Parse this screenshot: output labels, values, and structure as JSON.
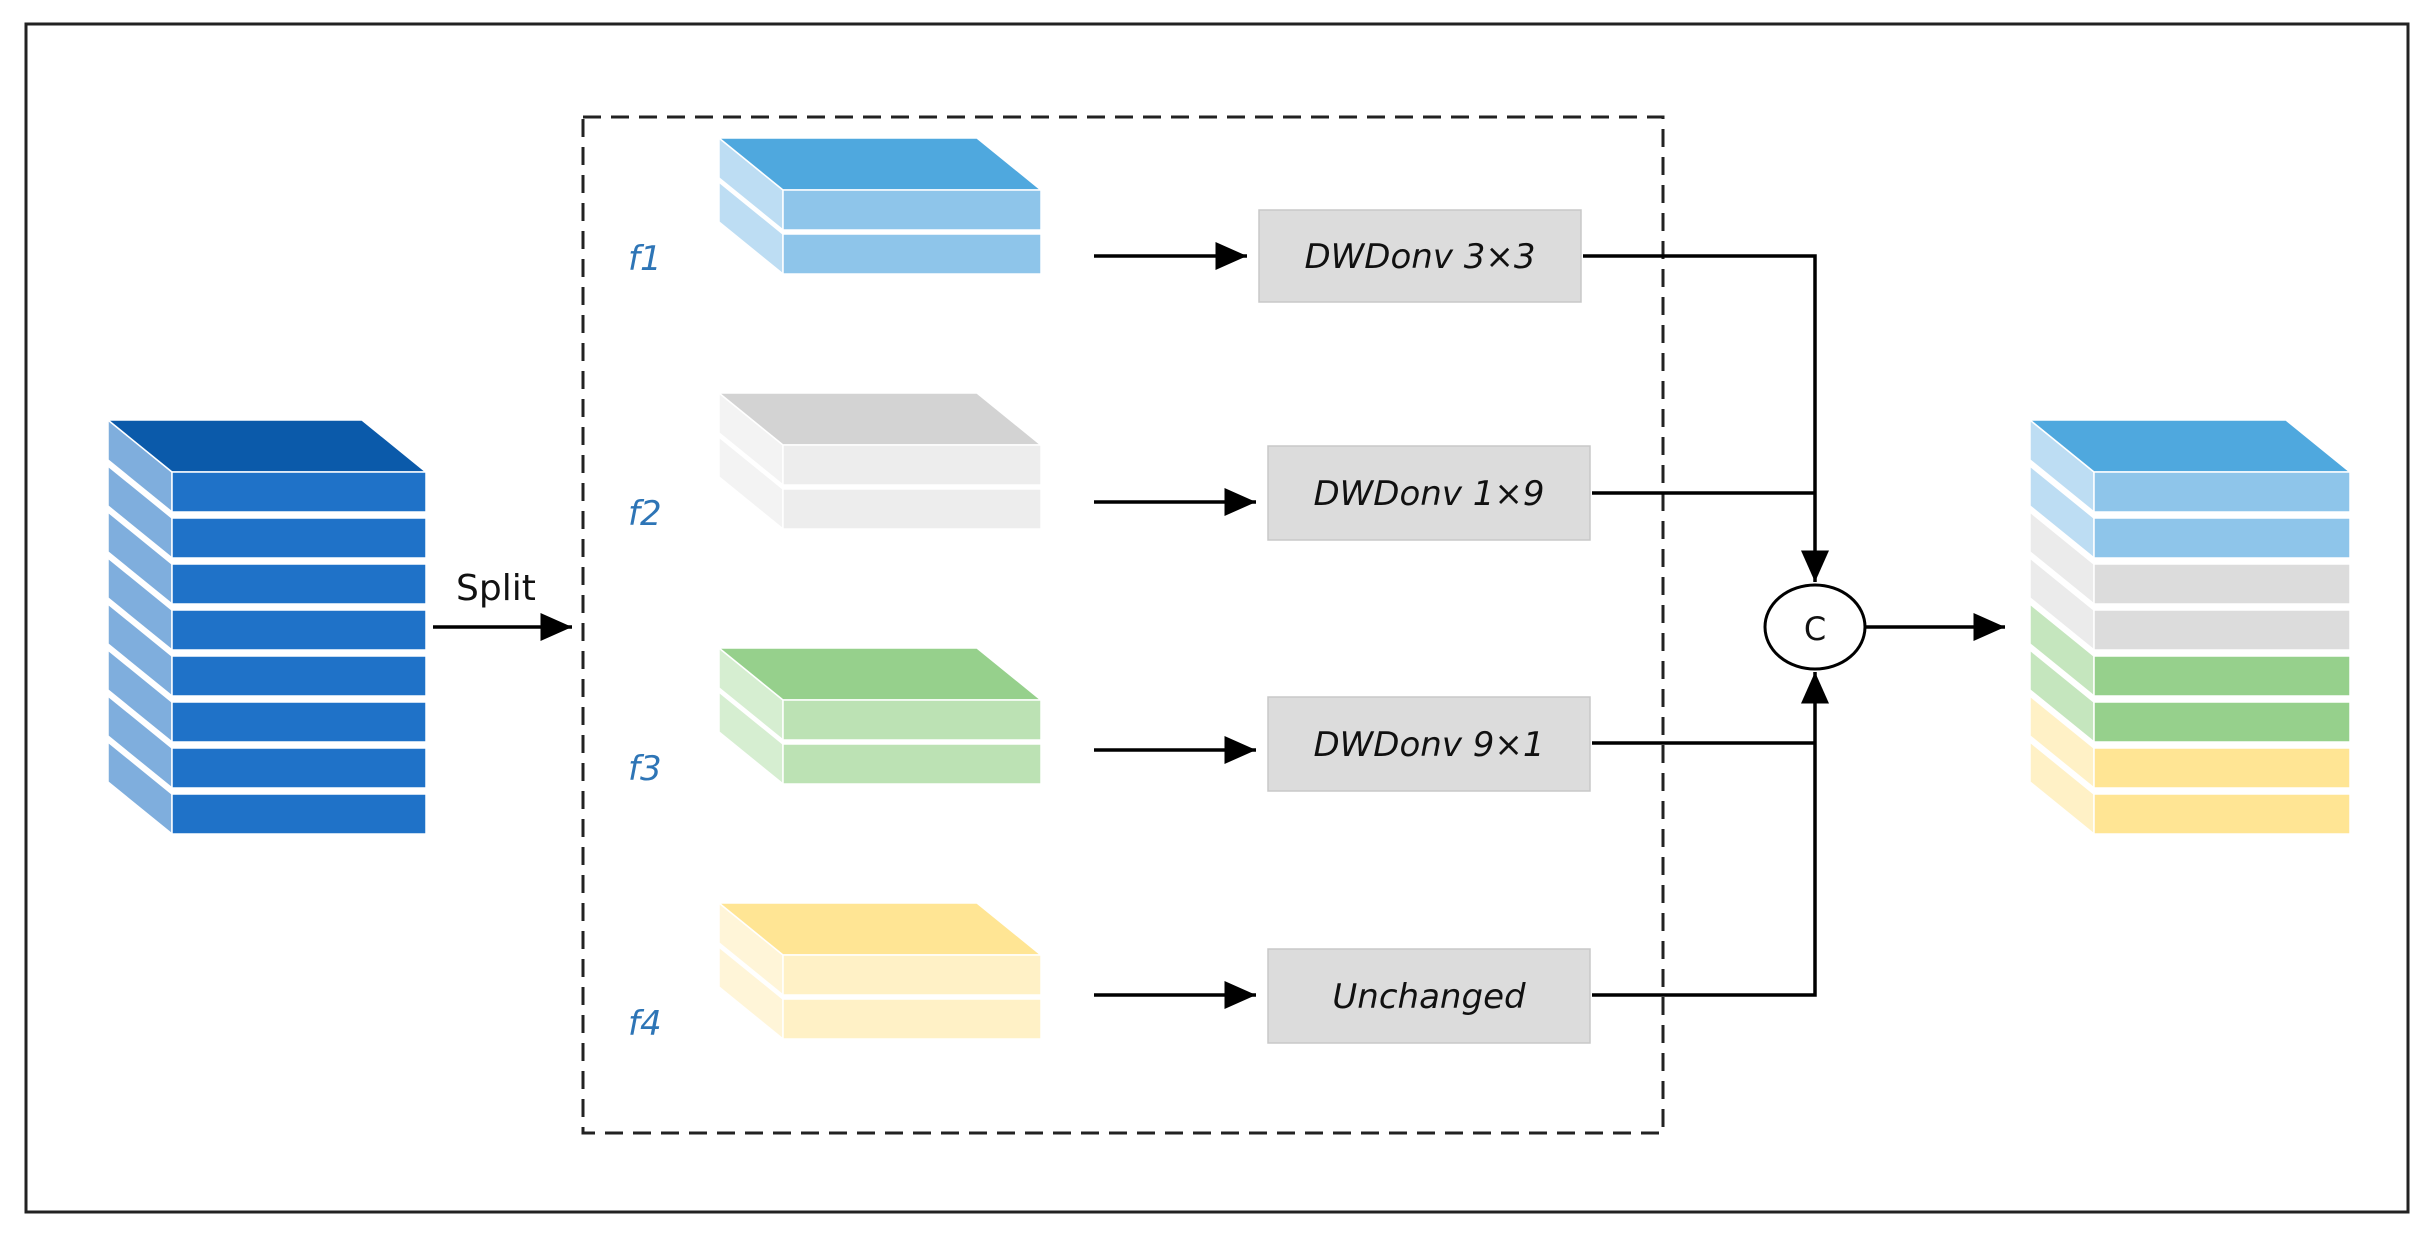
{
  "split_label": "Split",
  "concat_label": "C",
  "branches": [
    {
      "id": "f1",
      "label": "f1",
      "op": "DWDonv 3×3",
      "top_color": "#4FA8DE",
      "face_color": "#8EC5EA",
      "side_color": "#BDDDF3"
    },
    {
      "id": "f2",
      "label": "f2",
      "op": "DWDonv 1×9",
      "top_color": "#D3D3D3",
      "face_color": "#EDEDED",
      "side_color": "#F3F3F3"
    },
    {
      "id": "f3",
      "label": "f3",
      "op": "DWDonv 9×1",
      "top_color": "#96D08C",
      "face_color": "#BCE2B4",
      "side_color": "#D6EED1"
    },
    {
      "id": "f4",
      "label": "f4",
      "op": "Unchanged",
      "top_color": "#FFE594",
      "face_color": "#FFF1C6",
      "side_color": "#FFF5D8"
    }
  ],
  "input_stack": {
    "top_color": "#0B5AAA",
    "face_color": "#1F72C8",
    "side_color": "#7FAEDD"
  },
  "output_stack": {
    "layers": [
      {
        "top_color": "#4FA8DE",
        "face_color": "#8EC5EA",
        "side_color": "#BDDDF3"
      },
      {
        "top_color": "#4FA8DE",
        "face_color": "#8EC5EA",
        "side_color": "#BDDDF3"
      },
      {
        "top_color": "#D3D3D3",
        "face_color": "#DCDCDC",
        "side_color": "#EBEBEB"
      },
      {
        "top_color": "#D3D3D3",
        "face_color": "#DCDCDC",
        "side_color": "#EBEBEB"
      },
      {
        "top_color": "#6DBE5F",
        "face_color": "#96D08C",
        "side_color": "#C5E6BE"
      },
      {
        "top_color": "#6DBE5F",
        "face_color": "#96D08C",
        "side_color": "#C5E6BE"
      },
      {
        "top_color": "#F5D673",
        "face_color": "#FFE594",
        "side_color": "#FFF1C6"
      },
      {
        "top_color": "#F5D673",
        "face_color": "#FFE594",
        "side_color": "#FFF1C6"
      }
    ]
  },
  "label_color": "#2E75B6",
  "box_fill": "#DCDCDC"
}
